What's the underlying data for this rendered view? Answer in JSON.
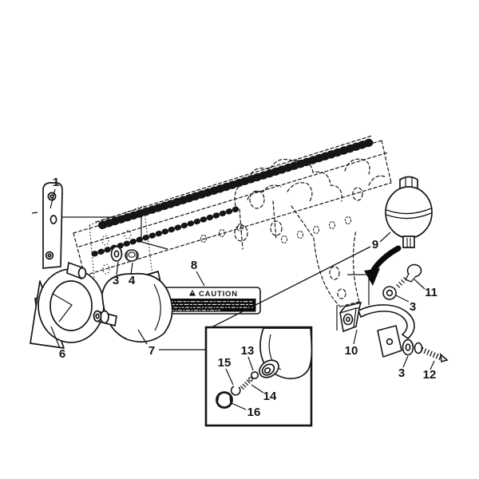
{
  "diagram": {
    "callouts": [
      {
        "part": "bracket",
        "label": "1"
      },
      {
        "part": "washer-left",
        "label": "3"
      },
      {
        "part": "nut-left",
        "label": "4"
      },
      {
        "part": "horn-low-pitch",
        "label": "6"
      },
      {
        "part": "horn-high-pitch",
        "label": "7"
      },
      {
        "part": "caution-decal",
        "label": "8"
      },
      {
        "part": "accumulator",
        "label": "9"
      },
      {
        "part": "bolt-upper-right",
        "label": "11"
      },
      {
        "part": "washer-upper-right",
        "label": "3"
      },
      {
        "part": "clamp",
        "label": "10"
      },
      {
        "part": "washer-lower-right",
        "label": "3"
      },
      {
        "part": "bolt-lower-right",
        "label": "12"
      },
      {
        "part": "o-ring",
        "label": "13"
      },
      {
        "part": "seal-ring",
        "label": "15"
      },
      {
        "part": "valve-core",
        "label": "14"
      },
      {
        "part": "valve-cap",
        "label": "16"
      }
    ],
    "caution": {
      "title": "CAUTION"
    },
    "icons": {
      "warning_triangle": "▲"
    },
    "colors": {
      "ink": "#151515",
      "paper": "#ffffff",
      "caution_plate": "#0a0a0a"
    }
  }
}
